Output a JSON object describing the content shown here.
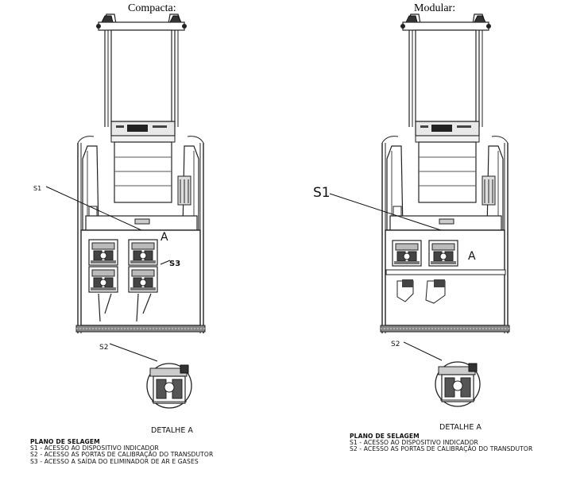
{
  "titles": {
    "left": "Compacta:",
    "right": "Modular:"
  },
  "callouts": {
    "left": {
      "s1": "S1",
      "s2": "S2",
      "s3": "S3",
      "a": "A"
    },
    "right": {
      "s1": "S1",
      "s2": "S2",
      "a": "A"
    }
  },
  "detail": {
    "left": "DETALHE A",
    "right": "DETALHE A"
  },
  "legend_left": {
    "title": "PLANO DE SELAGEM",
    "items": [
      "S1 - ACESSO AO DISPOSITIVO INDICADOR",
      "S2 - ACESSO AS PORTAS DE CALIBRAÇÃO DO TRANSDUTOR",
      "S3 - ACESSO A SAÍDA DO ELIMINADOR DE AR E GASES"
    ]
  },
  "legend_right": {
    "title": "PLANO DE SELAGEM",
    "items": [
      "S1 - ACESSO AO DISPOSITIVO INDICADOR",
      "S2 - ACESSO AS PORTAS DE CALIBRAÇÃO DO TRANSDUTOR"
    ]
  }
}
